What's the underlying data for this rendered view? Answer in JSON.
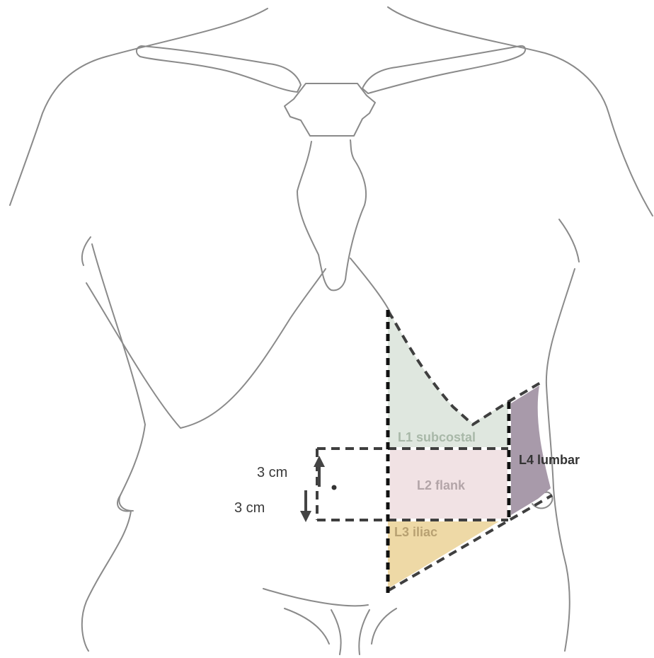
{
  "regions": [
    {
      "id": "L1",
      "label": "L1 subcostal",
      "fill": "#dfe7df",
      "text_color": "#a8b8a8"
    },
    {
      "id": "L2",
      "label": "L2 flank",
      "fill": "#f1e2e4",
      "text_color": "#b3a5a8"
    },
    {
      "id": "L3",
      "label": "L3 iliac",
      "fill": "#eed9a6",
      "text_color": "#b8a172"
    },
    {
      "id": "L4",
      "label": "L4 lumbar",
      "fill": "#a89aaa",
      "text_color": "#333333"
    }
  ],
  "measurements": {
    "upper": "3 cm",
    "lower": "3 cm"
  },
  "colors": {
    "outline": "#8a8a8a",
    "dashed_border": "#3f3f3f",
    "arrow": "#444444"
  }
}
